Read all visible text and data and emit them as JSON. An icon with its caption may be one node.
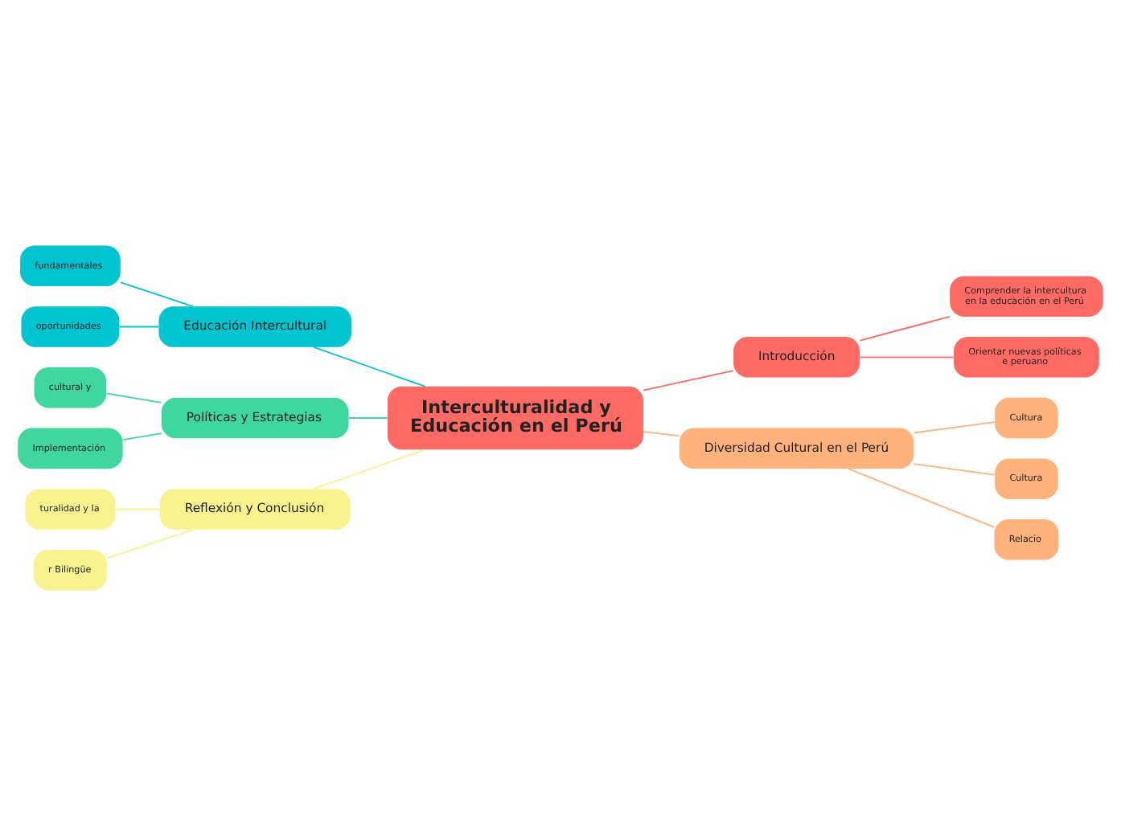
{
  "diagram": {
    "nodes": [
      {
        "text": [
          "Interculturalidad y Educación en el Perú"
        ]
      },
      {
        "text": [
          "Introducción"
        ]
      },
      {
        "text": [
          "Comprender la intercultura en la educación en el Perú"
        ]
      },
      {
        "text": [
          "Orientar nuevas políticas e peruano"
        ]
      },
      {
        "text": [
          "Diversidad Cultural en el Perú"
        ]
      },
      {
        "text": [
          "Cultura"
        ]
      },
      {
        "text": [
          "Cultura"
        ]
      },
      {
        "text": [
          "Relacio"
        ]
      },
      {
        "text": [
          "Educación Intercultural"
        ]
      },
      {
        "text": [
          "fundamentales"
        ]
      },
      {
        "text": [
          "oportunidades"
        ]
      },
      {
        "text": [
          "Políticas y Estrategias"
        ]
      },
      {
        "text": [
          "cultural y"
        ]
      },
      {
        "text": [
          "Implementación"
        ]
      },
      {
        "text": [
          "Reflexión y Conclusión"
        ]
      },
      {
        "text": [
          "turalidad y la"
        ]
      },
      {
        "text": [
          "r Bilingüe"
        ]
      }
    ],
    "edges": [
      {
        "from": 0,
        "to": 1,
        "arrow": "none",
        "color": "#ff6b64"
      },
      {
        "from": 1,
        "to": 2,
        "arrow": "none",
        "color": "#ff6b64"
      },
      {
        "from": 1,
        "to": 3,
        "arrow": "none",
        "color": "#ff6b64"
      },
      {
        "from": 0,
        "to": 4,
        "arrow": "none",
        "color": "#ffb27c"
      },
      {
        "from": 4,
        "to": 5,
        "arrow": "none",
        "color": "#ffb27c"
      },
      {
        "from": 4,
        "to": 6,
        "arrow": "none",
        "color": "#ffb27c"
      },
      {
        "from": 4,
        "to": 7,
        "arrow": "none",
        "color": "#ffb27c"
      },
      {
        "from": 8,
        "to": 0,
        "arrow": "none",
        "color": "#00c4d0"
      },
      {
        "from": 9,
        "to": 8,
        "arrow": "none",
        "color": "#00c4d0"
      },
      {
        "from": 10,
        "to": 8,
        "arrow": "none",
        "color": "#00c4d0"
      },
      {
        "from": 11,
        "to": 0,
        "arrow": "none",
        "color": "#40d6a0"
      },
      {
        "from": 12,
        "to": 11,
        "arrow": "none",
        "color": "#40d6a0"
      },
      {
        "from": 13,
        "to": 11,
        "arrow": "none",
        "color": "#40d6a0"
      },
      {
        "from": 14,
        "to": 0,
        "arrow": "none",
        "color": "#f9f38f"
      },
      {
        "from": 15,
        "to": 14,
        "arrow": "none",
        "color": "#f9f38f"
      },
      {
        "from": 16,
        "to": 14,
        "arrow": "none",
        "color": "#f9f38f"
      }
    ]
  }
}
